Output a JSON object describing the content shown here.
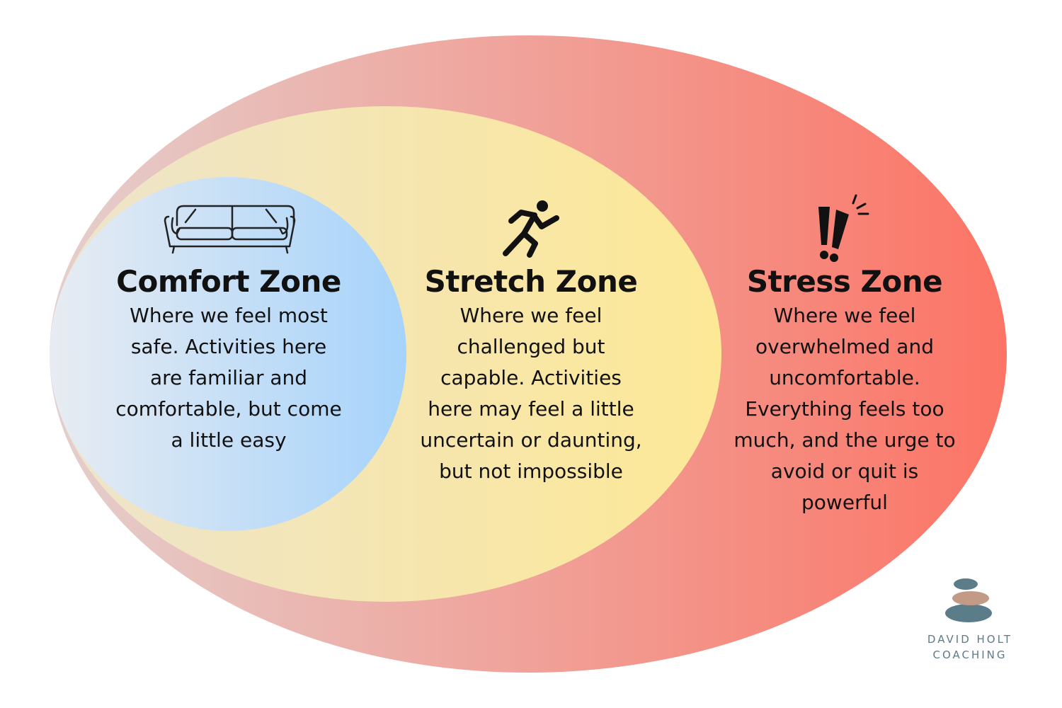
{
  "colors": {
    "stress_start": "#e4cfcd",
    "stress_end": "#fc7465",
    "stretch_start": "#ede4cc",
    "stretch_end": "#fde896",
    "comfort_start": "#e8ecf2",
    "comfort_end": "#a6d3fb",
    "logo_stone": "#5b7d89",
    "logo_middle": "#c39a86"
  },
  "zones": {
    "comfort": {
      "title": "Comfort Zone",
      "lines": [
        "Where we feel most",
        "safe. Activities here",
        "are familiar and",
        "comfortable, but come",
        "a little easy"
      ],
      "icon": "sofa-icon"
    },
    "stretch": {
      "title": "Stretch Zone",
      "lines": [
        "Where we feel",
        "challenged but",
        "capable. Activities",
        "here may feel a little",
        "uncertain or daunting,",
        "but not impossible"
      ],
      "icon": "running-person-icon"
    },
    "stress": {
      "title": "Stress Zone",
      "lines": [
        "Where we feel",
        "overwhelmed and",
        "uncomfortable.",
        "Everything feels too",
        "much, and the urge to",
        "avoid or quit is",
        "powerful"
      ],
      "icon": "exclamation-alert-icon"
    }
  },
  "logo": {
    "line1": "DAVID HOLT",
    "line2": "COACHING",
    "icon": "stacked-stones-icon"
  }
}
